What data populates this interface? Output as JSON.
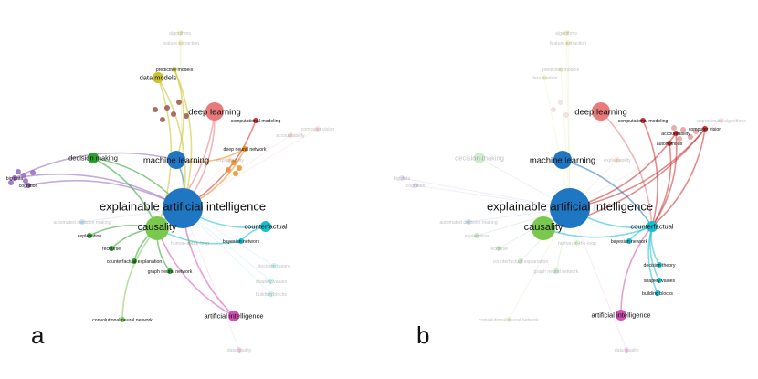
{
  "panels": [
    {
      "letter": "a",
      "nodes": [
        {
          "label": "explainable artificial intelligence",
          "color": "#1f77c4",
          "emphasis": "strong",
          "size": "xl"
        },
        {
          "label": "causality",
          "color": "#7ac94e",
          "emphasis": "strong",
          "size": "l"
        },
        {
          "label": "machine learning",
          "color": "#1f77c4",
          "emphasis": "strong",
          "size": "m"
        },
        {
          "label": "deep learning",
          "color": "#e87a7a",
          "emphasis": "strong",
          "size": "m"
        },
        {
          "label": "decision making",
          "color": "#2ca02c",
          "emphasis": "strong",
          "size": "s"
        },
        {
          "label": "counterfactual",
          "color": "#17becf",
          "emphasis": "strong",
          "size": "s"
        },
        {
          "label": "artificial intelligence",
          "color": "#d44fb5",
          "emphasis": "strong",
          "size": "s"
        },
        {
          "label": "data models",
          "color": "#c9c22b",
          "emphasis": "strong",
          "size": "s"
        },
        {
          "label": "predictive models",
          "color": "#c9c22b",
          "emphasis": "medium",
          "size": "xs"
        },
        {
          "label": "computational modeling",
          "color": "#cc2e2e",
          "emphasis": "strong",
          "size": "xs"
        },
        {
          "label": "deep neural network",
          "color": "#f08c1e",
          "emphasis": "strong",
          "size": "xs"
        },
        {
          "label": "explanation",
          "color": "#2ca02c",
          "emphasis": "strong",
          "size": "xs"
        },
        {
          "label": "recourse",
          "color": "#2ca02c",
          "emphasis": "strong",
          "size": "xs"
        },
        {
          "label": "counterfactual explanation",
          "color": "#2ca02c",
          "emphasis": "strong",
          "size": "xs"
        },
        {
          "label": "graph neural network",
          "color": "#2ca02c",
          "emphasis": "strong",
          "size": "xs"
        },
        {
          "label": "convolutional neural network",
          "color": "#7ac94e",
          "emphasis": "strong",
          "size": "xs"
        },
        {
          "label": "bayesian network",
          "color": "#17becf",
          "emphasis": "strong",
          "size": "xs"
        },
        {
          "label": "big data",
          "color": "#9467bd",
          "emphasis": "strong",
          "size": "xs"
        },
        {
          "label": "cognition",
          "color": "#9467bd",
          "emphasis": "strong",
          "size": "xs"
        },
        {
          "label": "automated decision making",
          "color": "#1f77c4",
          "emphasis": "faint",
          "size": "xs"
        },
        {
          "label": "human-in-the-loop",
          "color": "#7ac94e",
          "emphasis": "faint",
          "size": "xs"
        },
        {
          "label": "computer vision",
          "color": "#e87a7a",
          "emphasis": "faint",
          "size": "xs"
        },
        {
          "label": "accountability",
          "color": "#e87a7a",
          "emphasis": "faint",
          "size": "xs"
        },
        {
          "label": "explainability",
          "color": "#f08c1e",
          "emphasis": "faint",
          "size": "xs"
        },
        {
          "label": "algorithms",
          "color": "#c9c22b",
          "emphasis": "faint",
          "size": "xs"
        },
        {
          "label": "feature extraction",
          "color": "#c9c22b",
          "emphasis": "faint",
          "size": "xs"
        },
        {
          "label": "decision theory",
          "color": "#17becf",
          "emphasis": "faint",
          "size": "xs"
        },
        {
          "label": "shapley values",
          "color": "#17becf",
          "emphasis": "faint",
          "size": "xs"
        },
        {
          "label": "building blocks",
          "color": "#17becf",
          "emphasis": "faint",
          "size": "xs"
        },
        {
          "label": "data quality",
          "color": "#d44fb5",
          "emphasis": "faint",
          "size": "xs"
        }
      ]
    },
    {
      "letter": "b",
      "nodes": [
        {
          "label": "explainable artificial intelligence",
          "color": "#1f77c4",
          "emphasis": "strong",
          "size": "xl"
        },
        {
          "label": "causality",
          "color": "#7ac94e",
          "emphasis": "strong",
          "size": "l"
        },
        {
          "label": "machine learning",
          "color": "#1f77c4",
          "emphasis": "strong",
          "size": "m"
        },
        {
          "label": "deep learning",
          "color": "#e87a7a",
          "emphasis": "strong",
          "size": "m"
        },
        {
          "label": "counterfactual",
          "color": "#17becf",
          "emphasis": "strong",
          "size": "s"
        },
        {
          "label": "artificial intelligence",
          "color": "#d44fb5",
          "emphasis": "strong",
          "size": "s"
        },
        {
          "label": "computational modeling",
          "color": "#cc2e2e",
          "emphasis": "strong",
          "size": "xs"
        },
        {
          "label": "accountability",
          "color": "#cc2e2e",
          "emphasis": "strong",
          "size": "xs"
        },
        {
          "label": "computer vision",
          "color": "#cc2e2e",
          "emphasis": "strong",
          "size": "xs"
        },
        {
          "label": "autonomous",
          "color": "#cc2e2e",
          "emphasis": "strong",
          "size": "xs"
        },
        {
          "label": "bayesian network",
          "color": "#17becf",
          "emphasis": "strong",
          "size": "xs"
        },
        {
          "label": "decision theory",
          "color": "#17becf",
          "emphasis": "strong",
          "size": "xs"
        },
        {
          "label": "shapley values",
          "color": "#17becf",
          "emphasis": "strong",
          "size": "xs"
        },
        {
          "label": "building blocks",
          "color": "#17becf",
          "emphasis": "strong",
          "size": "xs"
        },
        {
          "label": "decision making",
          "color": "#2ca02c",
          "emphasis": "faint",
          "size": "s"
        },
        {
          "label": "data models",
          "color": "#c9c22b",
          "emphasis": "faint",
          "size": "xs"
        },
        {
          "label": "predictive models",
          "color": "#c9c22b",
          "emphasis": "faint",
          "size": "xs"
        },
        {
          "label": "automated decision making",
          "color": "#1f77c4",
          "emphasis": "faint",
          "size": "xs"
        },
        {
          "label": "explanation",
          "color": "#2ca02c",
          "emphasis": "faint",
          "size": "xs"
        },
        {
          "label": "recourse",
          "color": "#2ca02c",
          "emphasis": "faint",
          "size": "xs"
        },
        {
          "label": "counterfactual explanation",
          "color": "#2ca02c",
          "emphasis": "faint",
          "size": "xs"
        },
        {
          "label": "graph neural network",
          "color": "#2ca02c",
          "emphasis": "faint",
          "size": "xs"
        },
        {
          "label": "convolutional neural network",
          "color": "#7ac94e",
          "emphasis": "faint",
          "size": "xs"
        },
        {
          "label": "human-in-the-loop",
          "color": "#7ac94e",
          "emphasis": "faint",
          "size": "xs"
        },
        {
          "label": "big data",
          "color": "#9467bd",
          "emphasis": "faint",
          "size": "xs"
        },
        {
          "label": "cognition",
          "color": "#9467bd",
          "emphasis": "faint",
          "size": "xs"
        },
        {
          "label": "explainability",
          "color": "#f08c1e",
          "emphasis": "faint",
          "size": "xs"
        },
        {
          "label": "algorithms",
          "color": "#c9c22b",
          "emphasis": "faint",
          "size": "xs"
        },
        {
          "label": "feature extraction",
          "color": "#c9c22b",
          "emphasis": "faint",
          "size": "xs"
        },
        {
          "label": "approximate algorithms",
          "color": "#e87a7a",
          "emphasis": "faint",
          "size": "xs"
        },
        {
          "label": "data quality",
          "color": "#d44fb5",
          "emphasis": "faint",
          "size": "xs"
        }
      ]
    }
  ]
}
